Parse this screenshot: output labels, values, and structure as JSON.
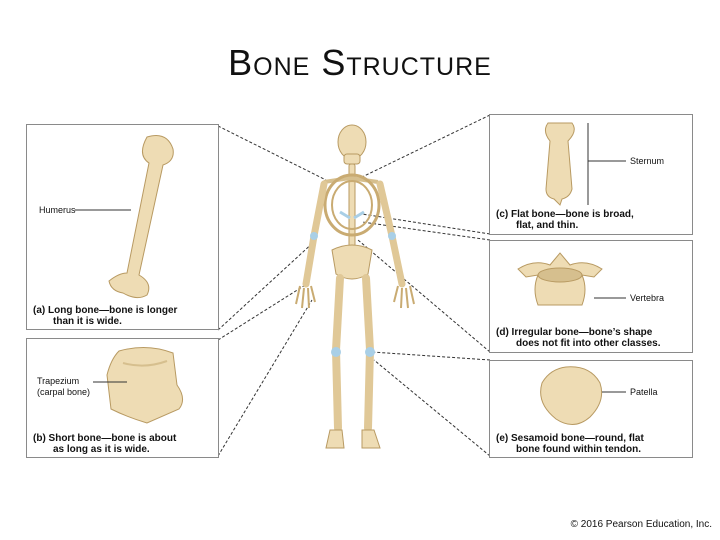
{
  "title": "Bone Structure",
  "panels": {
    "a": {
      "caption_line1": "(a) Long bone—bone is longer",
      "caption_line2": "than it is wide.",
      "label": "Humerus"
    },
    "b": {
      "caption_line1": "(b) Short bone—bone is about",
      "caption_line2": "as long as it is wide.",
      "label_line1": "Trapezium",
      "label_line2": "(carpal bone)"
    },
    "c": {
      "caption_line1": "(c) Flat bone—bone is broad,",
      "caption_line2": "flat, and thin.",
      "label": "Sternum"
    },
    "d": {
      "caption_line1": "(d) Irregular bone—bone’s shape",
      "caption_line2": "does not fit into other classes.",
      "label": "Vertebra"
    },
    "e": {
      "caption_line1": "(e) Sesamoid bone—round, flat",
      "caption_line2": "bone found within tendon.",
      "label": "Patella"
    }
  },
  "copyright": "© 2016 Pearson Education, Inc.",
  "colors": {
    "bone": "#eedcb4",
    "bone_shade": "#d6bf8e",
    "cartilage": "#a9cfe6",
    "panel_border": "#8a8a8a"
  }
}
